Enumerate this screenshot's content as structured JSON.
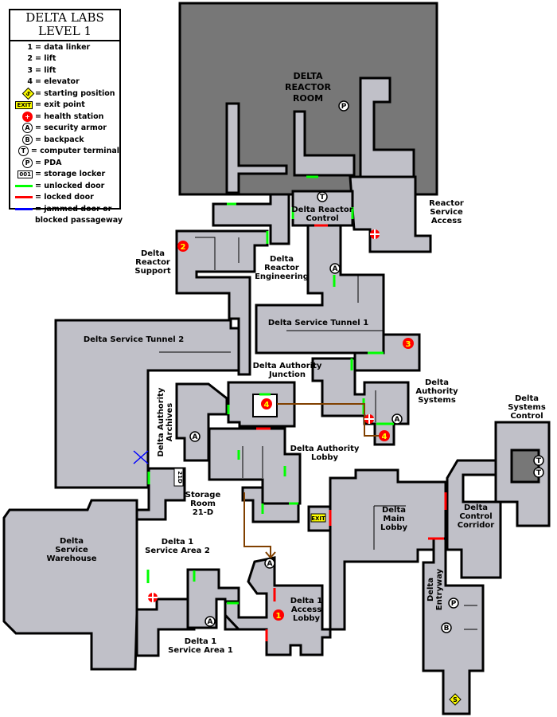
{
  "legend": {
    "title": [
      "DELTA LABS",
      "LEVEL 1"
    ],
    "items": [
      {
        "symbol": "1",
        "label": "= data linker"
      },
      {
        "symbol": "2",
        "label": "= lift"
      },
      {
        "symbol": "3",
        "label": "= lift"
      },
      {
        "symbol": "4",
        "label": "= elevator"
      },
      {
        "symbol": "S",
        "icon": "starting-position-icon",
        "label": "= starting position"
      },
      {
        "symbol": "EXIT",
        "icon": "exit-icon",
        "label": "= exit point"
      },
      {
        "symbol": "+",
        "icon": "health-station-icon",
        "label": "= health station"
      },
      {
        "symbol": "A",
        "icon": "security-armor-icon",
        "label": "= security armor"
      },
      {
        "symbol": "B",
        "icon": "backpack-icon",
        "label": "= backpack"
      },
      {
        "symbol": "T",
        "icon": "computer-terminal-icon",
        "label": "= computer terminal"
      },
      {
        "symbol": "P",
        "icon": "pda-icon",
        "label": "= PDA"
      },
      {
        "symbol": "001",
        "icon": "storage-locker-icon",
        "label": "= storage locker"
      },
      {
        "color": "#00ff00",
        "label": "= unlocked door"
      },
      {
        "color": "#ff0000",
        "label": "= locked door"
      },
      {
        "color": "#0000ff",
        "label": "= jammed door or",
        "label2": "blocked passageway"
      }
    ]
  },
  "rooms": {
    "reactor_room": [
      "DELTA",
      "REACTOR",
      "ROOM"
    ],
    "reactor_control": [
      "Delta Reactor",
      "Control"
    ],
    "reactor_service_access": [
      "Reactor",
      "Service",
      "Access"
    ],
    "reactor_support": [
      "Delta",
      "Reactor",
      "Support"
    ],
    "reactor_engineering": [
      "Delta",
      "Reactor",
      "Engineering"
    ],
    "service_tunnel_1": [
      "Delta Service Tunnel 1"
    ],
    "service_tunnel_2": [
      "Delta Service Tunnel 2"
    ],
    "authority_junction": [
      "Delta Authority",
      "Junction"
    ],
    "authority_systems": [
      "Delta",
      "Authority",
      "Systems"
    ],
    "authority_archives": [
      "Delta Authority",
      "Archives"
    ],
    "authority_lobby": [
      "Delta Authority",
      "Lobby"
    ],
    "systems_control": [
      "Delta",
      "Systems",
      "Control"
    ],
    "storage_room": [
      "Storage",
      "Room",
      "21-D"
    ],
    "service_warehouse": [
      "Delta",
      "Service",
      "Warehouse"
    ],
    "service_area_2": [
      "Delta 1",
      "Service Area 2"
    ],
    "service_area_1": [
      "Delta 1",
      "Service Area 1"
    ],
    "access_lobby": [
      "Delta 1",
      "Access",
      "Lobby"
    ],
    "main_lobby": [
      "Delta",
      "Main",
      "Lobby"
    ],
    "control_corridor": [
      "Delta",
      "Control",
      "Corridor"
    ],
    "entryway": [
      "Delta",
      "Entryway"
    ]
  },
  "markers": {
    "data_linker": "1",
    "lift_2": "2",
    "lift_3": "3",
    "elevator": "4",
    "armor": "A",
    "backpack": "B",
    "terminal": "T",
    "pda": "P",
    "start": "S",
    "exit": "EXIT",
    "locker": "21D"
  },
  "colors": {
    "floor": "#c0c0c8",
    "reactor": "#777777",
    "unlocked": "#00ff00",
    "locked": "#ff0000",
    "jammed": "#0000ff",
    "route": "#804000"
  }
}
